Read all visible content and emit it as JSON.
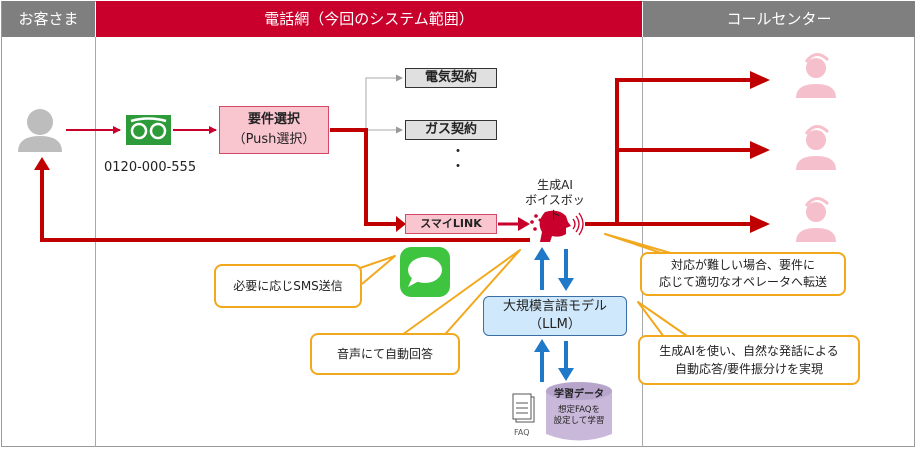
{
  "headers": {
    "customer": "お客さま",
    "phone_network": "電話網（今回のシステム範囲）",
    "call_center": "コールセンター"
  },
  "nodes": {
    "toll_free_number": "0120-000-555",
    "requirement_select_line1": "要件選択",
    "requirement_select_line2": "（Push選択）",
    "option_electric": "電気契約",
    "option_gas": "ガス契約",
    "ellipsis": "・",
    "smile_link": "スマイLINK",
    "voicebot_line1": "生成AI",
    "voicebot_line2": "ボイスボット",
    "llm_line1": "大規模言語モデル",
    "llm_line2": "（LLM）",
    "training_data_title": "学習データ",
    "training_data_line1": "想定FAQを",
    "training_data_line2": "設定して学習",
    "faq_label": "FAQ"
  },
  "callouts": {
    "sms": "必要に応じSMS送信",
    "voice": "音声にて自動回答",
    "transfer_line1": "対応が難しい場合、要件に",
    "transfer_line2": "応じて適切なオペレータへ転送",
    "genai_line1": "生成AIを使い、自然な発話による",
    "genai_line2": "自動応答/要件振分けを実現"
  },
  "icons": {
    "customer": "person-icon",
    "free_dial": "free-dial-icon",
    "voicebot": "ai-head-icon",
    "sms": "message-bubble-icon",
    "faq": "document-icon",
    "database": "database-cylinder-icon",
    "operator": "headset-operator-icon"
  },
  "colors": {
    "accent_red": "#c8002b",
    "arrow_red": "#c00000",
    "header_gray": "#7f7f7f",
    "pink_box": "#f9c6d0",
    "llm_blue": "#cfe8fb",
    "arrow_blue": "#1f78c8",
    "callout_orange": "#f2a81d",
    "operator_pink": "#f6bfcc",
    "free_dial_green": "#2e9b3a"
  }
}
